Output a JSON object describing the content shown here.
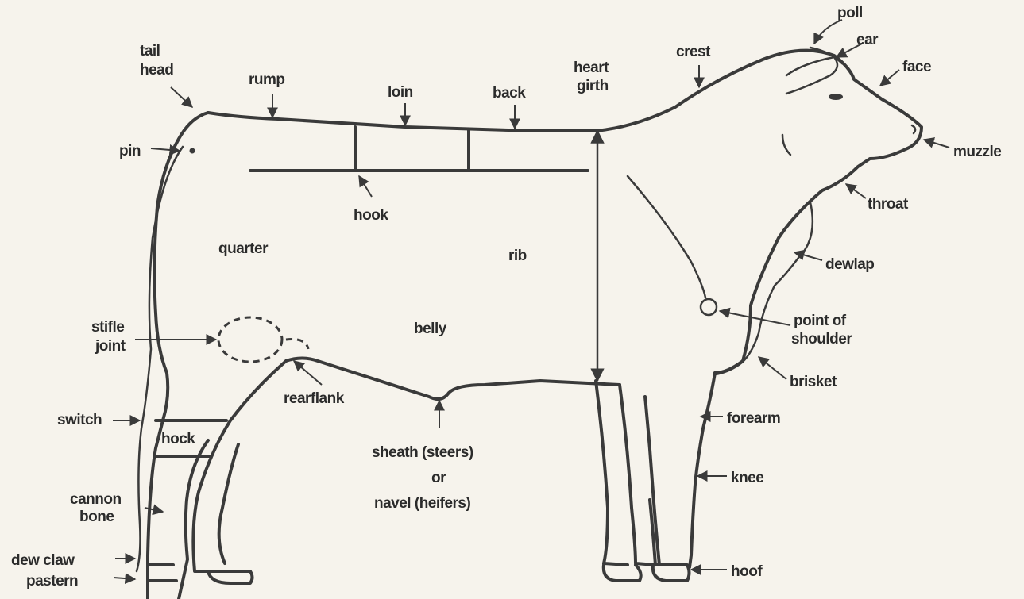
{
  "labels": {
    "tail_head_1": "tail",
    "tail_head_2": "head",
    "rump": "rump",
    "loin": "loin",
    "back": "back",
    "heart_girth_1": "heart",
    "heart_girth_2": "girth",
    "crest": "crest",
    "poll": "poll",
    "ear": "ear",
    "face": "face",
    "muzzle": "muzzle",
    "throat": "throat",
    "dewlap": "dewlap",
    "point_of_shoulder_1": "point of",
    "point_of_shoulder_2": "shoulder",
    "brisket": "brisket",
    "forearm": "forearm",
    "knee": "knee",
    "hoof": "hoof",
    "pin": "pin",
    "hook": "hook",
    "quarter": "quarter",
    "rib": "rib",
    "belly": "belly",
    "stifle_joint_1": "stifle",
    "stifle_joint_2": "joint",
    "rearflank": "rearflank",
    "switch": "switch",
    "hock": "hock",
    "cannon_bone_1": "cannon",
    "cannon_bone_2": "bone",
    "dew_claw": "dew claw",
    "pastern": "pastern",
    "sheath_1": "sheath (steers)",
    "sheath_2": "or",
    "sheath_3": "navel (heifers)"
  }
}
